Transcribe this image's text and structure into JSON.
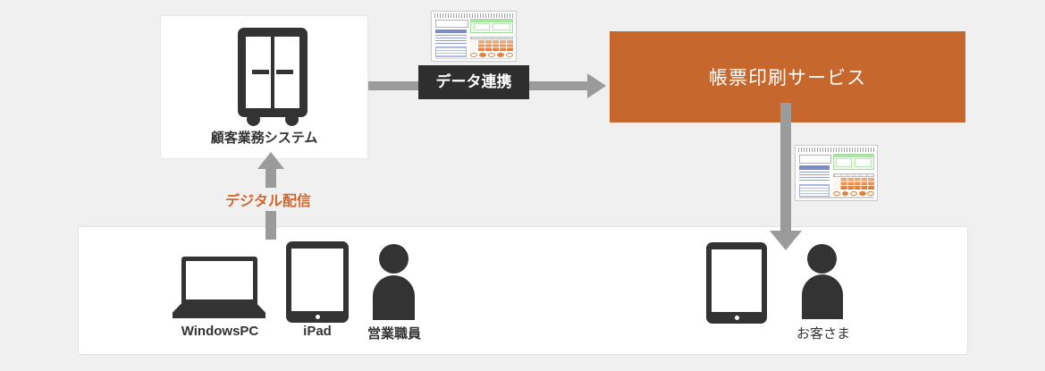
{
  "nodes": {
    "system": {
      "label": "顧客業務システム"
    },
    "service": {
      "label": "帳票印刷サービス"
    }
  },
  "arrows": {
    "data_link": {
      "label": "データ連携"
    },
    "digital_delivery": {
      "label": "デジタル配信"
    }
  },
  "actors": {
    "windows_pc": {
      "label": "WindowsPC"
    },
    "ipad": {
      "label": "iPad"
    },
    "sales_staff": {
      "label": "営業職員"
    },
    "customer": {
      "label": "お客さま"
    }
  },
  "colors": {
    "background": "#f0f0f0",
    "accent_orange": "#c6682e",
    "digital_delivery_orange": "#d2642a",
    "arrow_gray": "#9b9b9b",
    "dark_label": "#2e2e2e",
    "icon_dark": "#333333"
  }
}
